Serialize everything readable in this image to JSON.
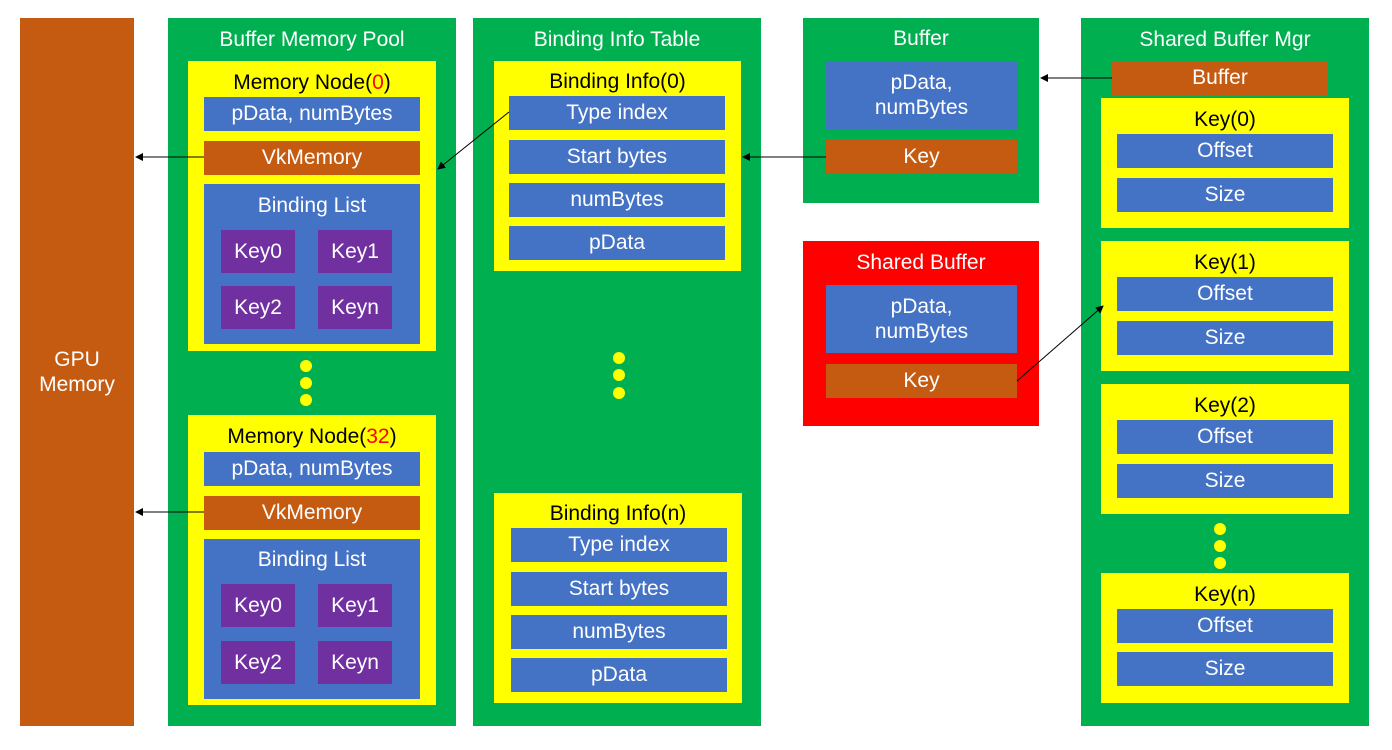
{
  "gpu_memory": {
    "label_line1": "GPU",
    "label_line2": "Memory"
  },
  "pool": {
    "title": "Buffer Memory Pool",
    "node_first": {
      "title_prefix": "Memory Node(",
      "index": "0",
      "title_suffix": ")",
      "pdata": "pData, numBytes",
      "vkmemory": "VkMemory",
      "binding_list": "Binding List",
      "keys": [
        "Key0",
        "Key1",
        "Key2",
        "Keyn"
      ]
    },
    "node_last": {
      "title_prefix": "Memory Node(",
      "index": "32",
      "title_suffix": ")",
      "pdata": "pData, numBytes",
      "vkmemory": "VkMemory",
      "binding_list": "Binding List",
      "keys": [
        "Key0",
        "Key1",
        "Key2",
        "Keyn"
      ]
    }
  },
  "binding_table": {
    "title": "Binding Info Table",
    "info_first": {
      "title": "Binding Info(0)",
      "rows": [
        "Type index",
        "Start bytes",
        "numBytes",
        "pData"
      ]
    },
    "info_last": {
      "title": "Binding Info(n)",
      "rows": [
        "Type index",
        "Start bytes",
        "numBytes",
        "pData"
      ]
    }
  },
  "buffer": {
    "title": "Buffer",
    "pdata_line1": "pData,",
    "pdata_line2": "numBytes",
    "key": "Key"
  },
  "shared_buffer": {
    "title": "Shared Buffer",
    "pdata_line1": "pData,",
    "pdata_line2": "numBytes",
    "key": "Key"
  },
  "mgr": {
    "title": "Shared Buffer Mgr",
    "buffer": "Buffer",
    "keys": [
      {
        "title": "Key(0)",
        "offset": "Offset",
        "size": "Size"
      },
      {
        "title": "Key(1)",
        "offset": "Offset",
        "size": "Size"
      },
      {
        "title": "Key(2)",
        "offset": "Offset",
        "size": "Size"
      },
      {
        "title": "Key(n)",
        "offset": "Offset",
        "size": "Size"
      }
    ]
  },
  "colors": {
    "container": "#00b050",
    "shared_buffer": "#ff0000",
    "highlight": "#ffff00",
    "field": "#4472c4",
    "memory": "#c55a11",
    "key": "#7030a0",
    "index_text": "#ff0000"
  }
}
